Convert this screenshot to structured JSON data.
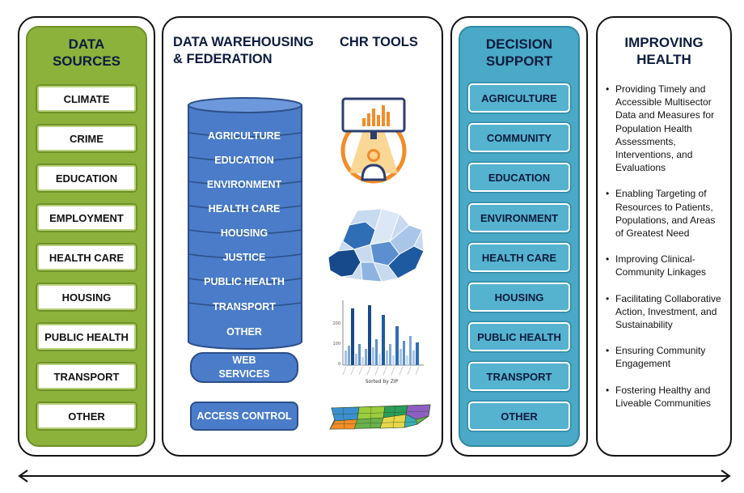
{
  "data_sources": {
    "title_line1": "DATA",
    "title_line2": "SOURCES",
    "items": [
      "CLIMATE",
      "CRIME",
      "EDUCATION",
      "EMPLOYMENT",
      "HEALTH CARE",
      "HOUSING",
      "PUBLIC HEALTH",
      "TRANSPORT",
      "OTHER"
    ]
  },
  "warehousing": {
    "title_line1": "DATA WAREHOUSING",
    "title_line2": "& FEDERATION",
    "db_items": [
      "AGRICULTURE",
      "EDUCATION",
      "ENVIRONMENT",
      "HEALTH CARE",
      "HOUSING",
      "JUSTICE",
      "PUBLIC HEALTH",
      "TRANSPORT",
      "OTHER"
    ],
    "web_services_line1": "WEB",
    "web_services_line2": "SERVICES",
    "access_control": "ACCESS CONTROL"
  },
  "chr_tools": {
    "title": "CHR TOOLS",
    "icons": [
      "monitor-user-icon",
      "choropleth-map-icon",
      "bar-chart-icon",
      "state-map-icon"
    ],
    "bar_chart_caption": "Sorted by ZIP",
    "bar_chart_ticks": [
      "200",
      "100",
      "0"
    ]
  },
  "decision_support": {
    "title_line1": "DECISION",
    "title_line2": "SUPPORT",
    "items": [
      "AGRICULTURE",
      "COMMUNITY",
      "EDUCATION",
      "ENVIRONMENT",
      "HEALTH CARE",
      "HOUSING",
      "PUBLIC HEALTH",
      "TRANSPORT",
      "OTHER"
    ]
  },
  "improving_health": {
    "title_line1": "IMPROVING",
    "title_line2": "HEALTH",
    "bullets": [
      "Providing Timely and Accessible Multisector Data and Measures for Population Health Assessments, Interventions, and Evaluations",
      "Enabling Targeting of Resources to Patients, Populations, and Areas of Greatest Need",
      "Improving Clinical-Community Linkages",
      "Facilitating Collaborative Action, Investment, and Sustainability",
      "Ensuring Community Engagement",
      "Fostering Healthy and Liveable Communities"
    ]
  },
  "colors": {
    "green": "#8cb23c",
    "teal": "#49a9c6",
    "db_blue": "#4a7cc9",
    "title_navy": "#0d1b3e"
  }
}
